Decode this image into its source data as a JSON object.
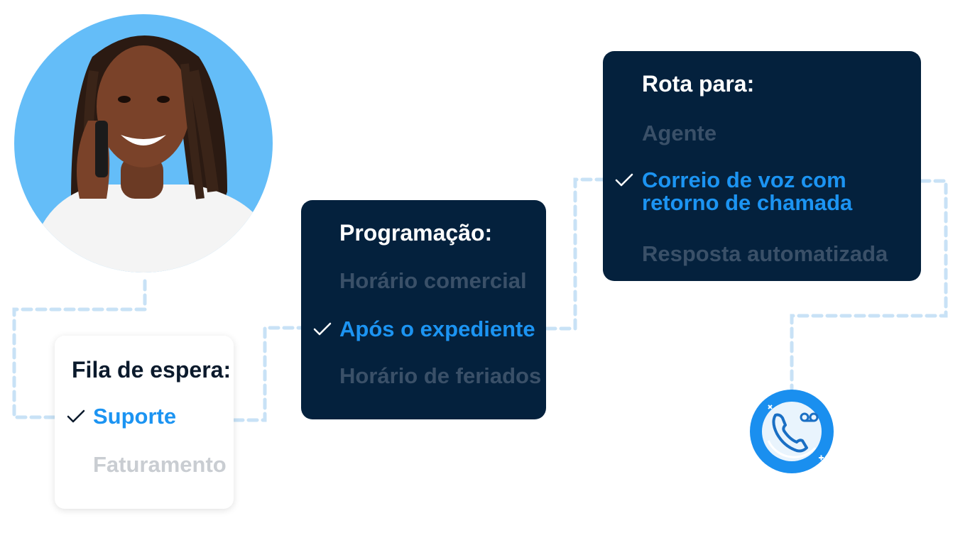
{
  "queue_card": {
    "title": "Fila de espera:",
    "options": [
      {
        "label": "Suporte",
        "selected": true
      },
      {
        "label": "Faturamento",
        "selected": false
      }
    ]
  },
  "schedule_card": {
    "title": "Programação:",
    "options": [
      {
        "label": "Horário comercial",
        "selected": false
      },
      {
        "label": "Após o expediente",
        "selected": true
      },
      {
        "label": "Horário de feriados",
        "selected": false
      }
    ]
  },
  "route_card": {
    "title": "Rota para:",
    "options": [
      {
        "label": "Agente",
        "selected": false
      },
      {
        "label": "Correio de voz com",
        "label_line2": "retorno de chamada",
        "selected": true
      },
      {
        "label": "Resposta automatizada",
        "selected": false
      }
    ]
  },
  "icons": {
    "avatar": "person-on-phone-photo",
    "destination": "phone-voicemail-icon",
    "check": "check-icon"
  },
  "colors": {
    "dark_card": "#04213d",
    "selected_text": "#1c94f2",
    "dim_text_dark": "#3a5068",
    "dim_text_light": "#c9cdd2",
    "connector": "#c8e2f6",
    "avatar_bg": "#64bdf8",
    "badge_bg": "#1a8fef"
  }
}
